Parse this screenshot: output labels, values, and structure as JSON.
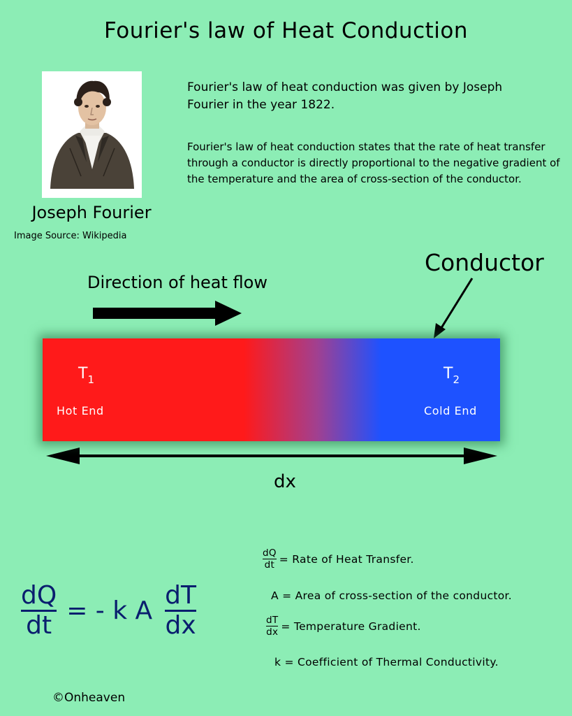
{
  "title": "Fourier's law of Heat Conduction",
  "portrait": {
    "name": "Joseph Fourier",
    "source": "Image Source: Wikipedia"
  },
  "intro_text": "Fourier's law of heat conduction was given by Joseph Fourier in the year 1822.",
  "statement_text": "Fourier's law of heat conduction states that the rate of heat transfer through a conductor is directly proportional to the negative gradient of the temperature and the area of cross-section of the conductor.",
  "diagram": {
    "conductor_label": "Conductor",
    "direction_label": "Direction of heat flow",
    "t1_symbol": "T",
    "t1_sub": "1",
    "t2_symbol": "T",
    "t2_sub": "2",
    "hot_end": "Hot End",
    "cold_end": "Cold End",
    "length_label": "dx",
    "colors": {
      "hot": "#ff1a1a",
      "cold": "#1e52ff",
      "background": "#8cedb5"
    }
  },
  "formula": {
    "lhs_num": "dQ",
    "lhs_den": "dt",
    "middle": "= - k A",
    "rhs_num": "dT",
    "rhs_den": "dx",
    "color": "#0a1e6e"
  },
  "definitions": {
    "d1_num": "dQ",
    "d1_den": "dt",
    "d1_text": "= Rate of Heat Transfer.",
    "d2_text": "A = Area of cross-section of the conductor.",
    "d3_num": "dT",
    "d3_den": "dx",
    "d3_text": "= Temperature Gradient.",
    "d4_text": "k = Coefficient of Thermal Conductivity."
  },
  "copyright": "©Onheaven"
}
